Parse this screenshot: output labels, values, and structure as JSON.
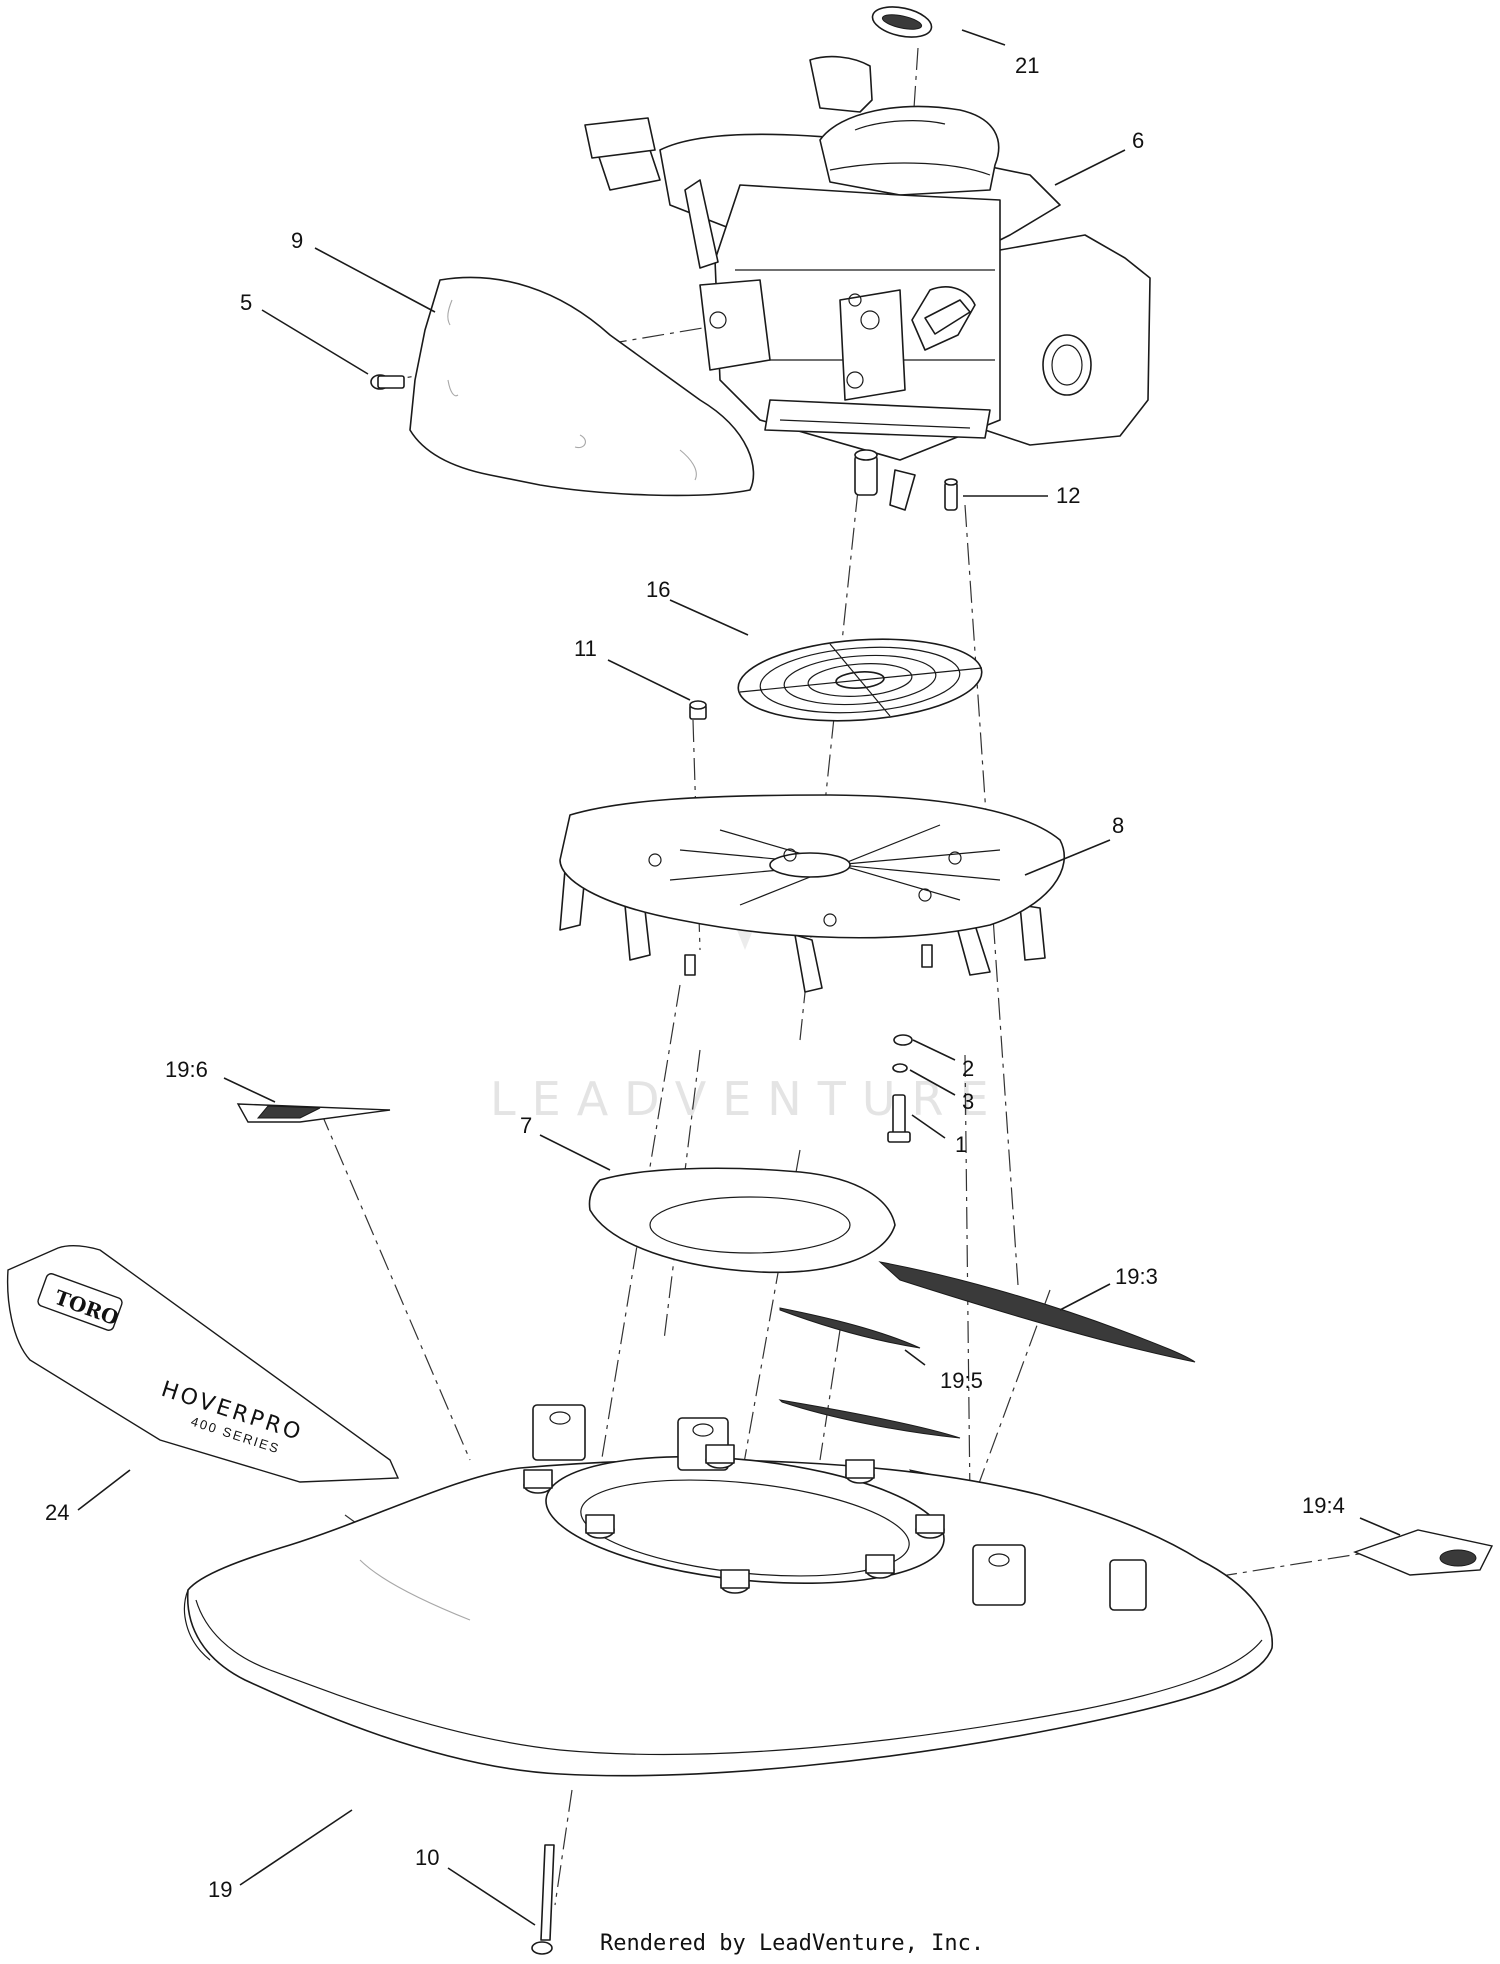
{
  "diagram": {
    "callouts": [
      {
        "id": "c21",
        "label": "21"
      },
      {
        "id": "c6",
        "label": "6"
      },
      {
        "id": "c9",
        "label": "9"
      },
      {
        "id": "c5",
        "label": "5"
      },
      {
        "id": "c12",
        "label": "12"
      },
      {
        "id": "c16",
        "label": "16"
      },
      {
        "id": "c11",
        "label": "11"
      },
      {
        "id": "c8",
        "label": "8"
      },
      {
        "id": "c2",
        "label": "2"
      },
      {
        "id": "c3",
        "label": "3"
      },
      {
        "id": "c1",
        "label": "1"
      },
      {
        "id": "c19_6",
        "label": "19:6"
      },
      {
        "id": "c7",
        "label": "7"
      },
      {
        "id": "c19_3",
        "label": "19:3"
      },
      {
        "id": "c19_5",
        "label": "19:5"
      },
      {
        "id": "c24",
        "label": "24"
      },
      {
        "id": "c19_4",
        "label": "19:4"
      },
      {
        "id": "c19",
        "label": "19"
      },
      {
        "id": "c10",
        "label": "10"
      }
    ],
    "decal_text": {
      "logo": "TORO",
      "brand": "HOVERPRO",
      "series": "400 SERIES"
    },
    "watermark": "LEADVENTURE",
    "footer": "Rendered by LeadVenture, Inc."
  }
}
